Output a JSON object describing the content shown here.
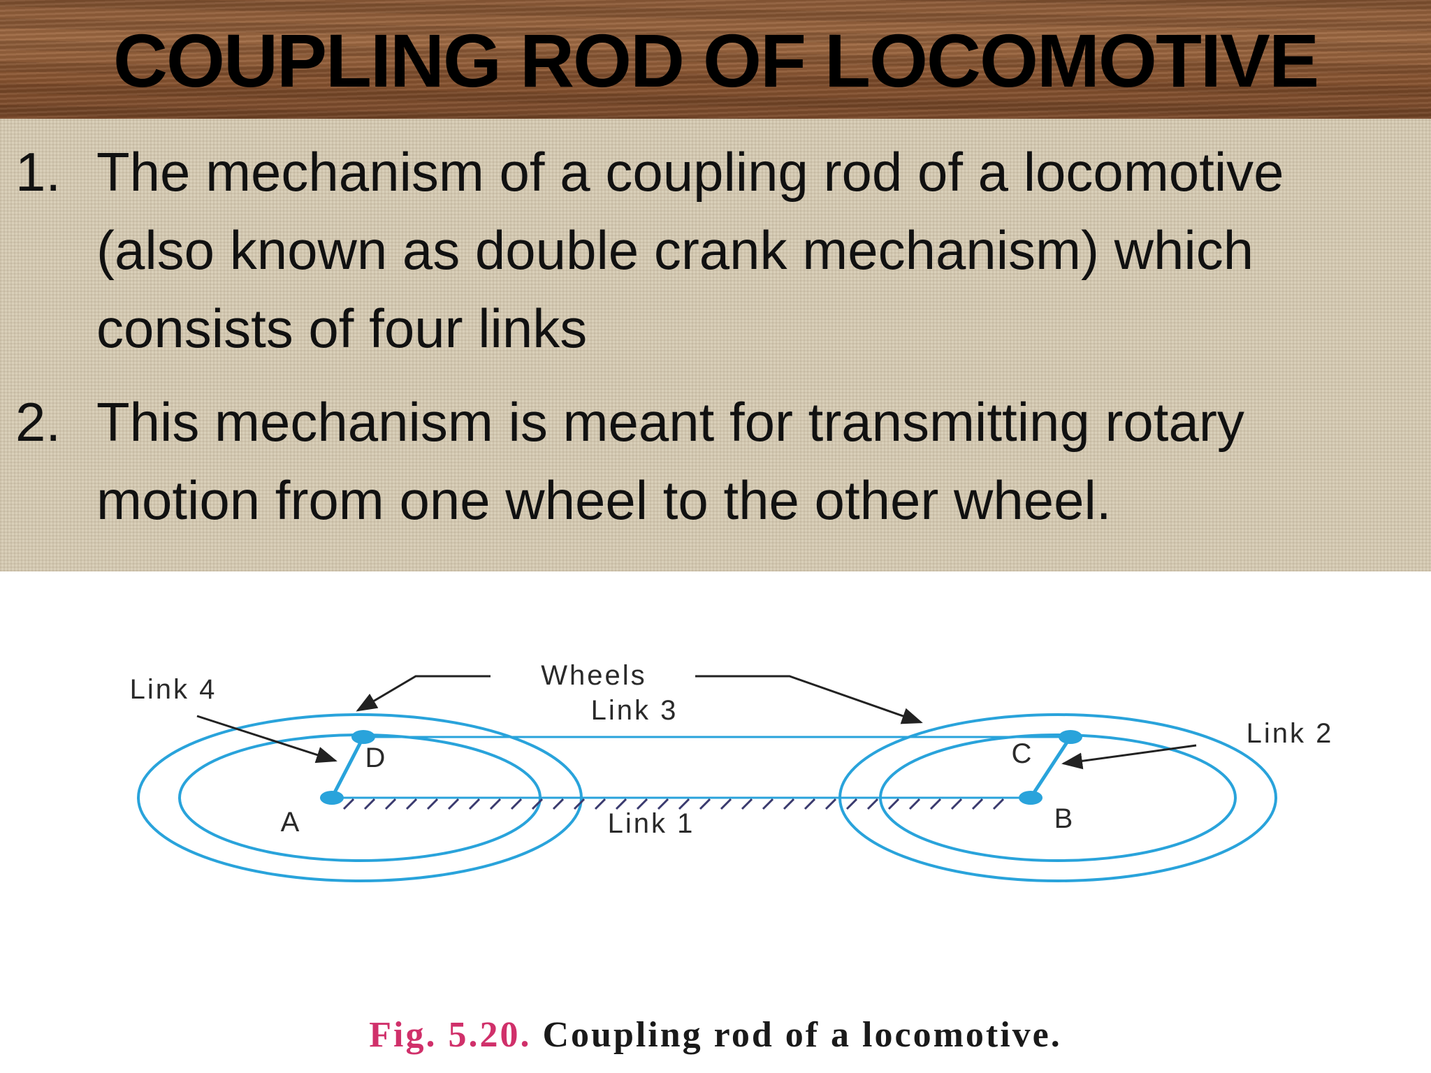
{
  "slide": {
    "title": "COUPLING ROD OF LOCOMOTIVE",
    "points": [
      {
        "number": "1.",
        "text": "The mechanism of a coupling rod of a locomotive (also known as double crank mechanism) which consists of four links"
      },
      {
        "number": "2.",
        "text": "This mechanism is meant for transmitting rotary motion from one wheel to the other wheel."
      }
    ]
  },
  "diagram": {
    "labels": {
      "wheels": "Wheels",
      "link1": "Link 1",
      "link2": "Link 2",
      "link3": "Link 3",
      "link4": "Link 4",
      "A": "A",
      "B": "B",
      "C": "C",
      "D": "D"
    },
    "colors": {
      "mechanism": "#29a3db",
      "annotation": "#222222",
      "ground": "#3a3a6e"
    }
  },
  "caption": {
    "number": "Fig. 5.20.",
    "text": "Coupling rod of a locomotive."
  }
}
